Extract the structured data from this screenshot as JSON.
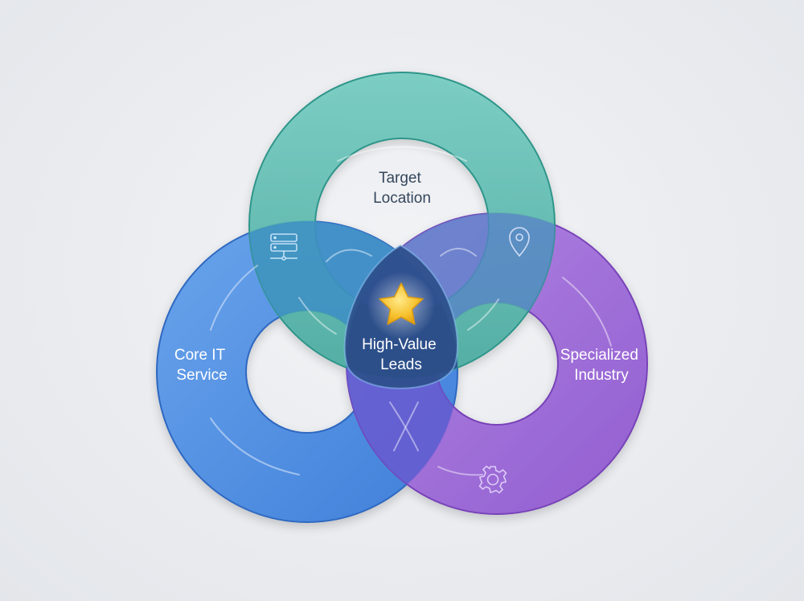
{
  "diagram": {
    "rings": [
      {
        "id": "location",
        "label_lines": [
          "Target",
          "Location"
        ],
        "color": "#4fb8ad",
        "icon": "map-pin-icon"
      },
      {
        "id": "it-service",
        "label_lines": [
          "Core IT",
          "Service"
        ],
        "color": "#4a88e0",
        "icon": "server-icon"
      },
      {
        "id": "industry",
        "label_lines": [
          "Specialized",
          "Industry"
        ],
        "color": "#9a62d6",
        "icon": "gear-icon"
      }
    ],
    "center": {
      "label_lines": [
        "High-Value",
        "Leads"
      ],
      "icon": "star-icon",
      "color": "#2e4f88"
    }
  }
}
